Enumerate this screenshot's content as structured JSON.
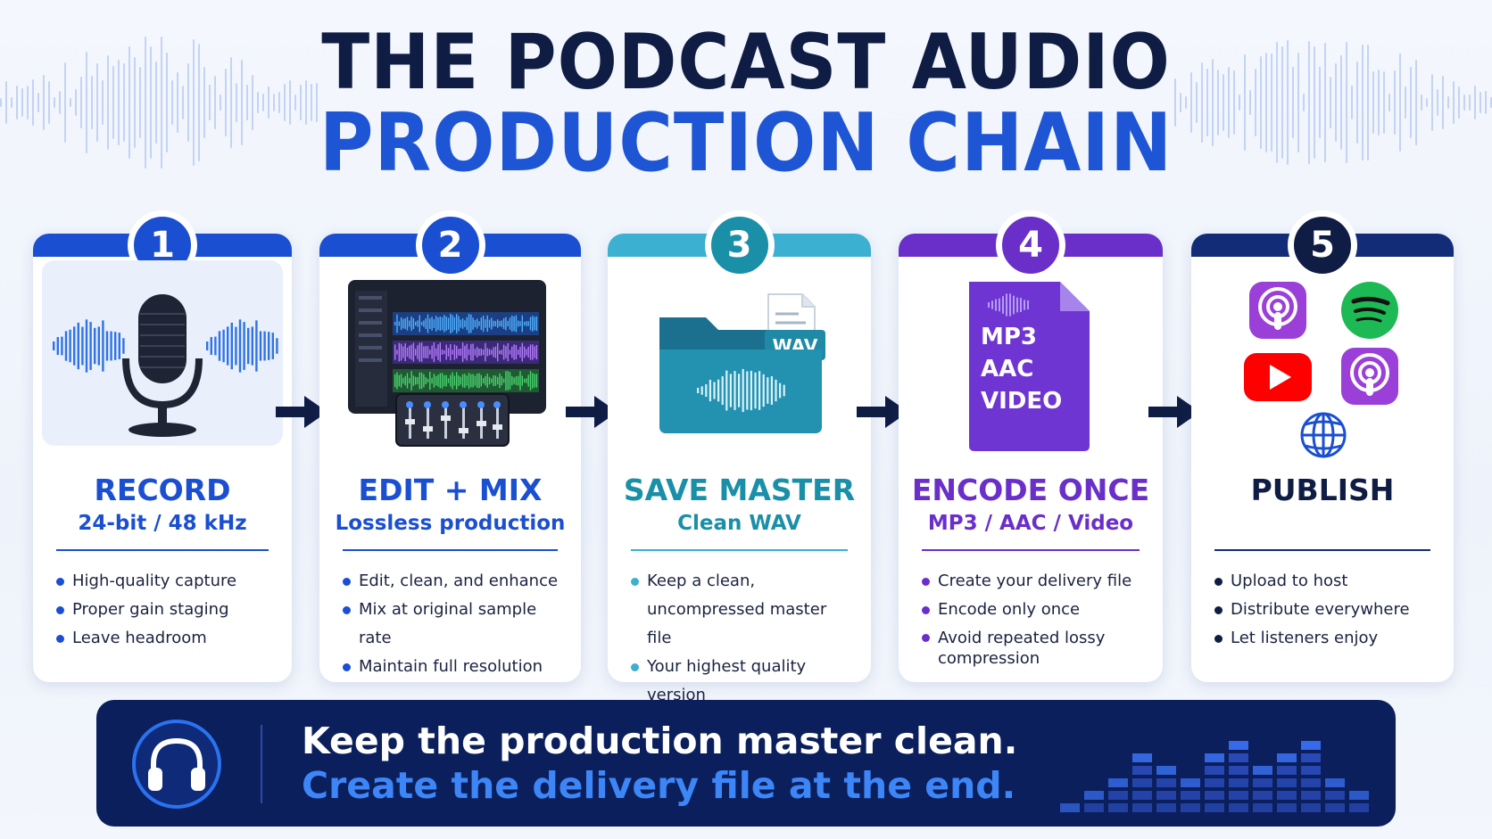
{
  "title": {
    "line1": "THE PODCAST AUDIO",
    "line2": "PRODUCTION CHAIN"
  },
  "steps": [
    {
      "number": "1",
      "title": "RECORD",
      "subtitle": "24-bit / 48 kHz",
      "color": "#1a4fd1",
      "icon": "microphone-icon",
      "bullets": [
        "High-quality capture",
        "Proper gain staging",
        "Leave headroom"
      ]
    },
    {
      "number": "2",
      "title": "EDIT + MIX",
      "subtitle": "Lossless production",
      "color": "#1a4fd1",
      "icon": "daw-mixer-icon",
      "bullets": [
        "Edit, clean, and enhance",
        "Mix at original sample rate",
        "Maintain full resolution"
      ]
    },
    {
      "number": "3",
      "title": "SAVE MASTER",
      "subtitle": "Clean WAV",
      "color": "#1a8fa8",
      "icon": "wav-folder-icon",
      "badge": "WAV",
      "bullets": [
        "Keep a clean, uncompressed master file",
        "Your highest quality version"
      ]
    },
    {
      "number": "4",
      "title": "ENCODE ONCE",
      "subtitle": "MP3 / AAC / Video",
      "color": "#6a2fc9",
      "icon": "encoded-file-icon",
      "file_labels": [
        "MP3",
        "AAC",
        "VIDEO"
      ],
      "bullets": [
        "Create your delivery file",
        "Encode only once",
        "Avoid repeated lossy compression"
      ]
    },
    {
      "number": "5",
      "title": "PUBLISH",
      "subtitle": "",
      "color": "#122c78",
      "icon": "platforms-icon",
      "bullets": [
        "Upload to host",
        "Distribute everywhere",
        "Let listeners enjoy"
      ]
    }
  ],
  "banner": {
    "line1": "Keep the production master clean.",
    "line2": "Create the delivery file at the end.",
    "icon": "headphones-icon"
  },
  "colors": {
    "navy": "#0f1d45",
    "blue": "#1e55d4",
    "teal": "#1a8fa8",
    "purple": "#6a2fc9",
    "dark_navy": "#122c78",
    "banner_bg": "#0b1f5c"
  }
}
